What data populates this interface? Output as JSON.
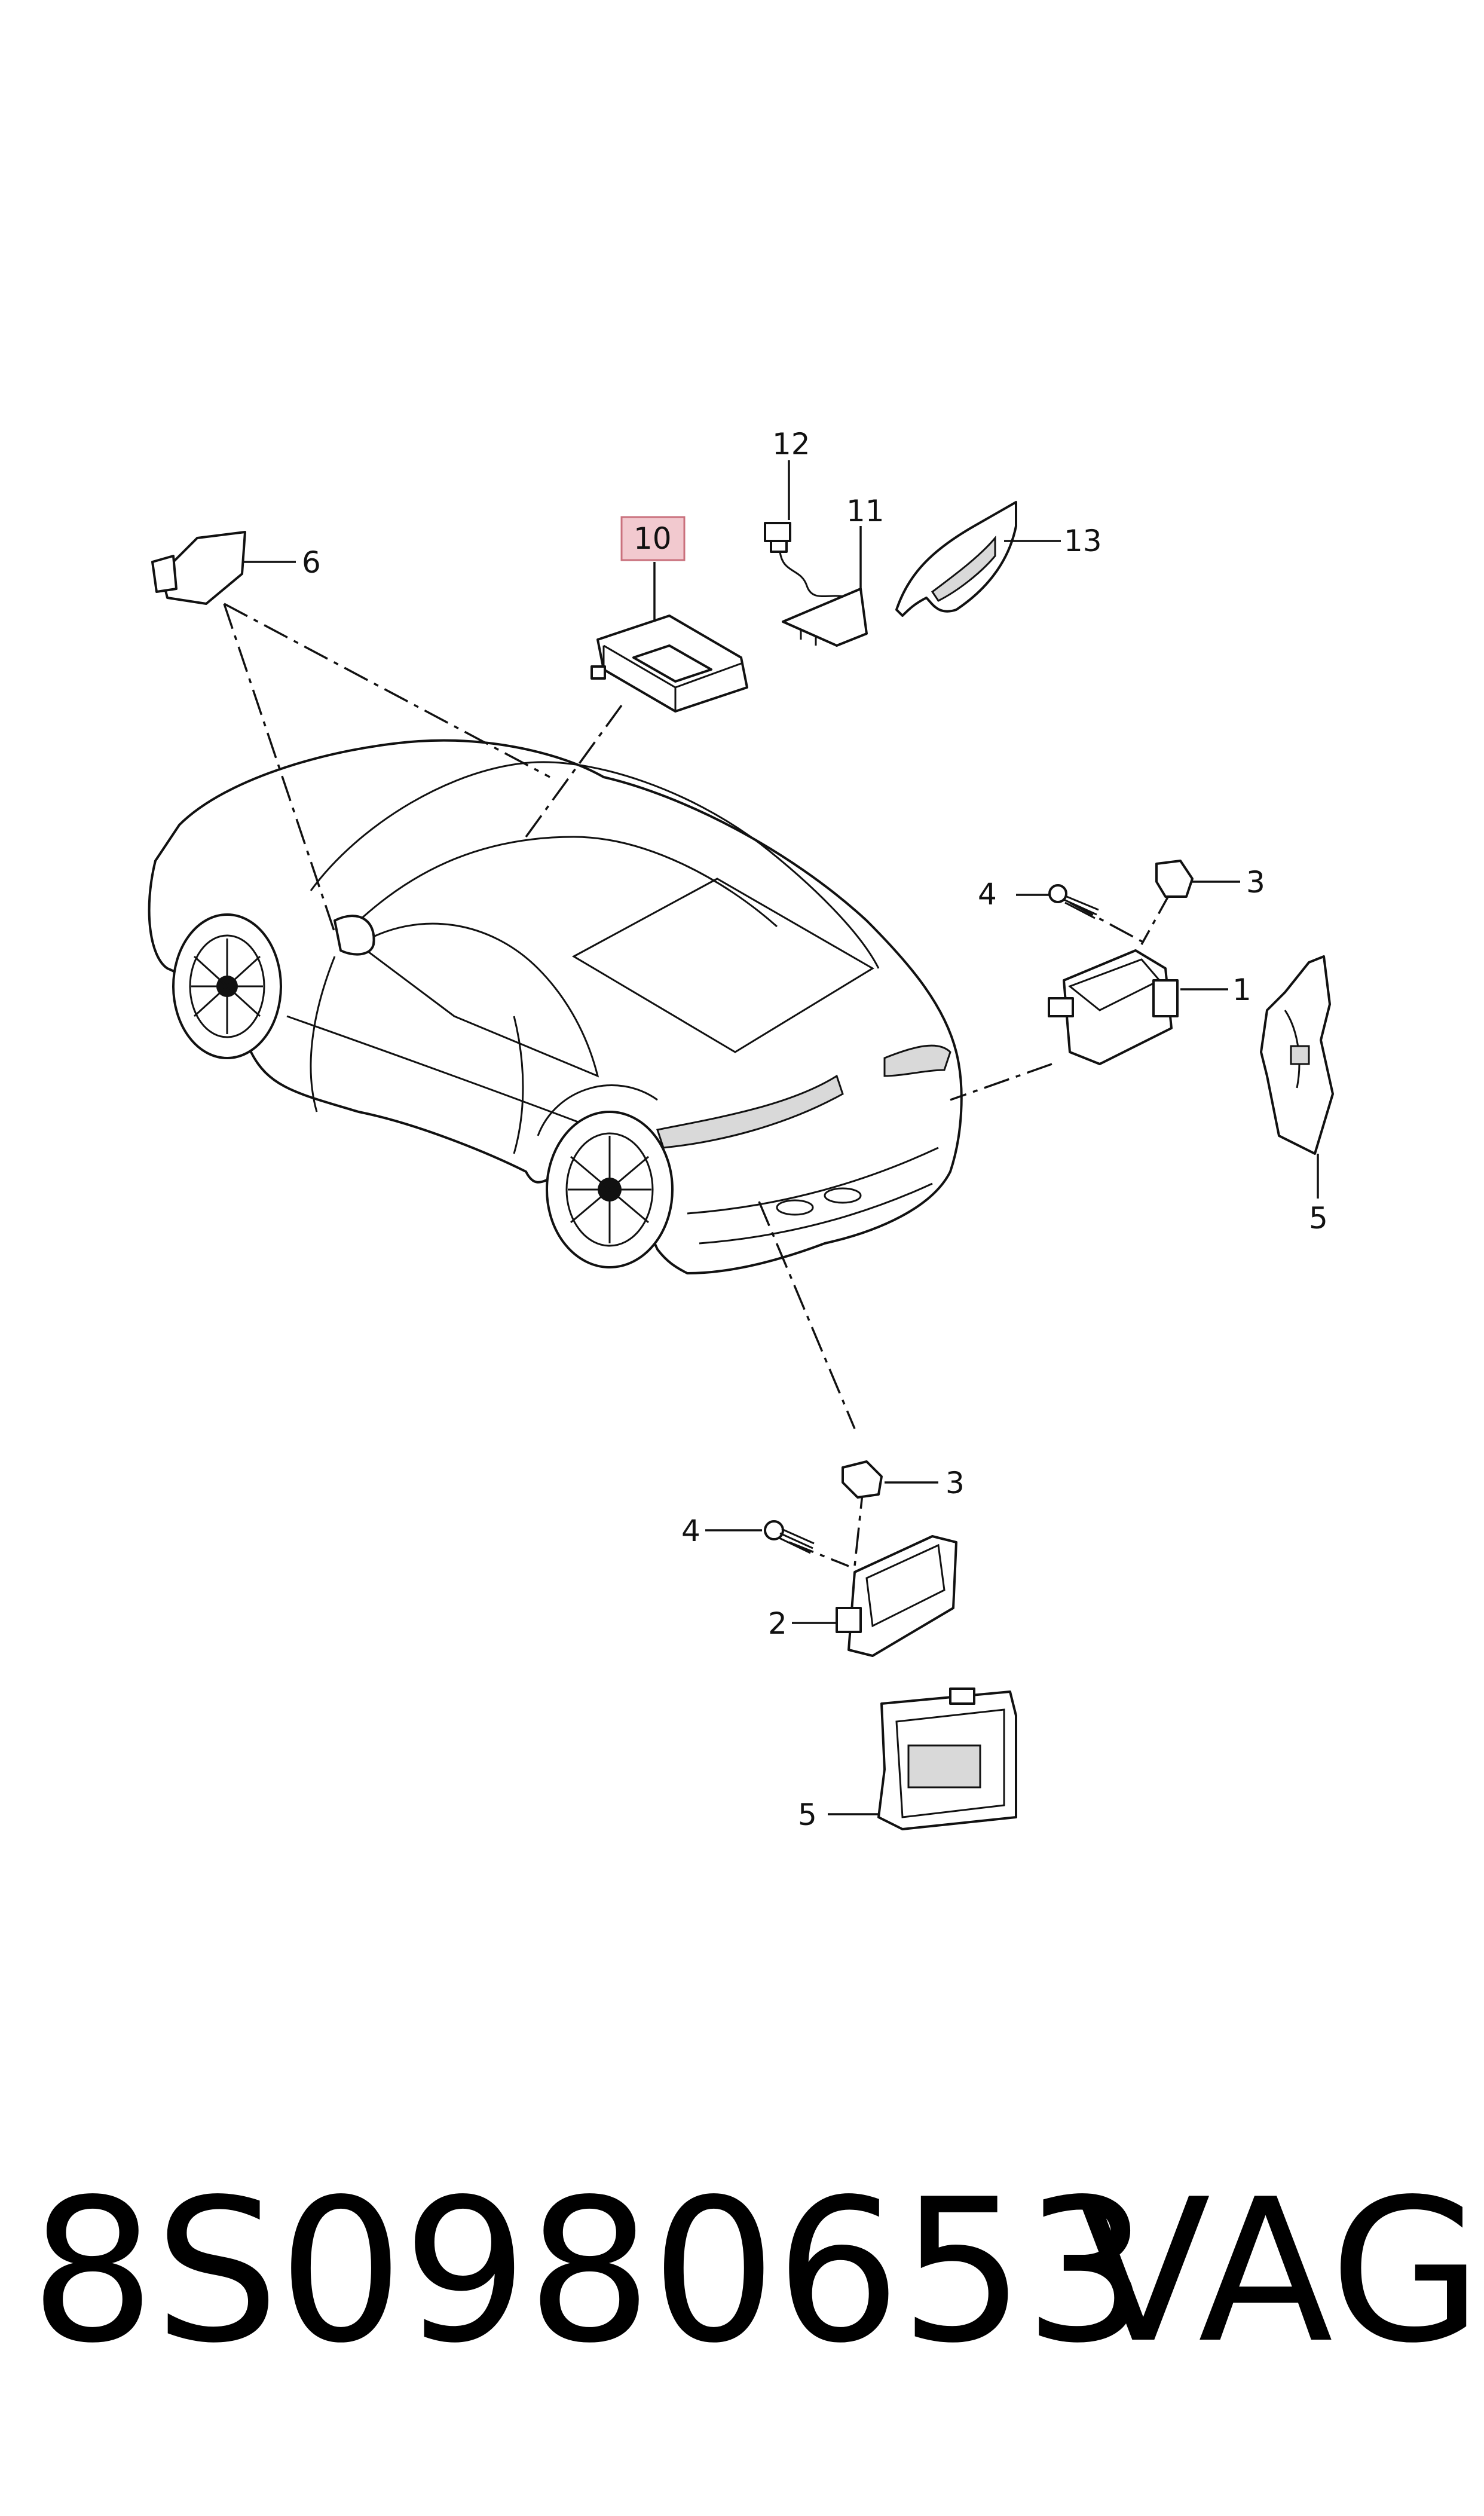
{
  "callouts": {
    "c1": "1",
    "c2": "2",
    "c3a": "3",
    "c3b": "3",
    "c4a": "4",
    "c4b": "4",
    "c5a": "5",
    "c5b": "5",
    "c6": "6",
    "c10": "10",
    "c11": "11",
    "c12": "12",
    "c13": "13"
  },
  "highlight_color": "#f2c9cf",
  "footer": {
    "part_number": "8S0980653",
    "brand": "VAG"
  }
}
